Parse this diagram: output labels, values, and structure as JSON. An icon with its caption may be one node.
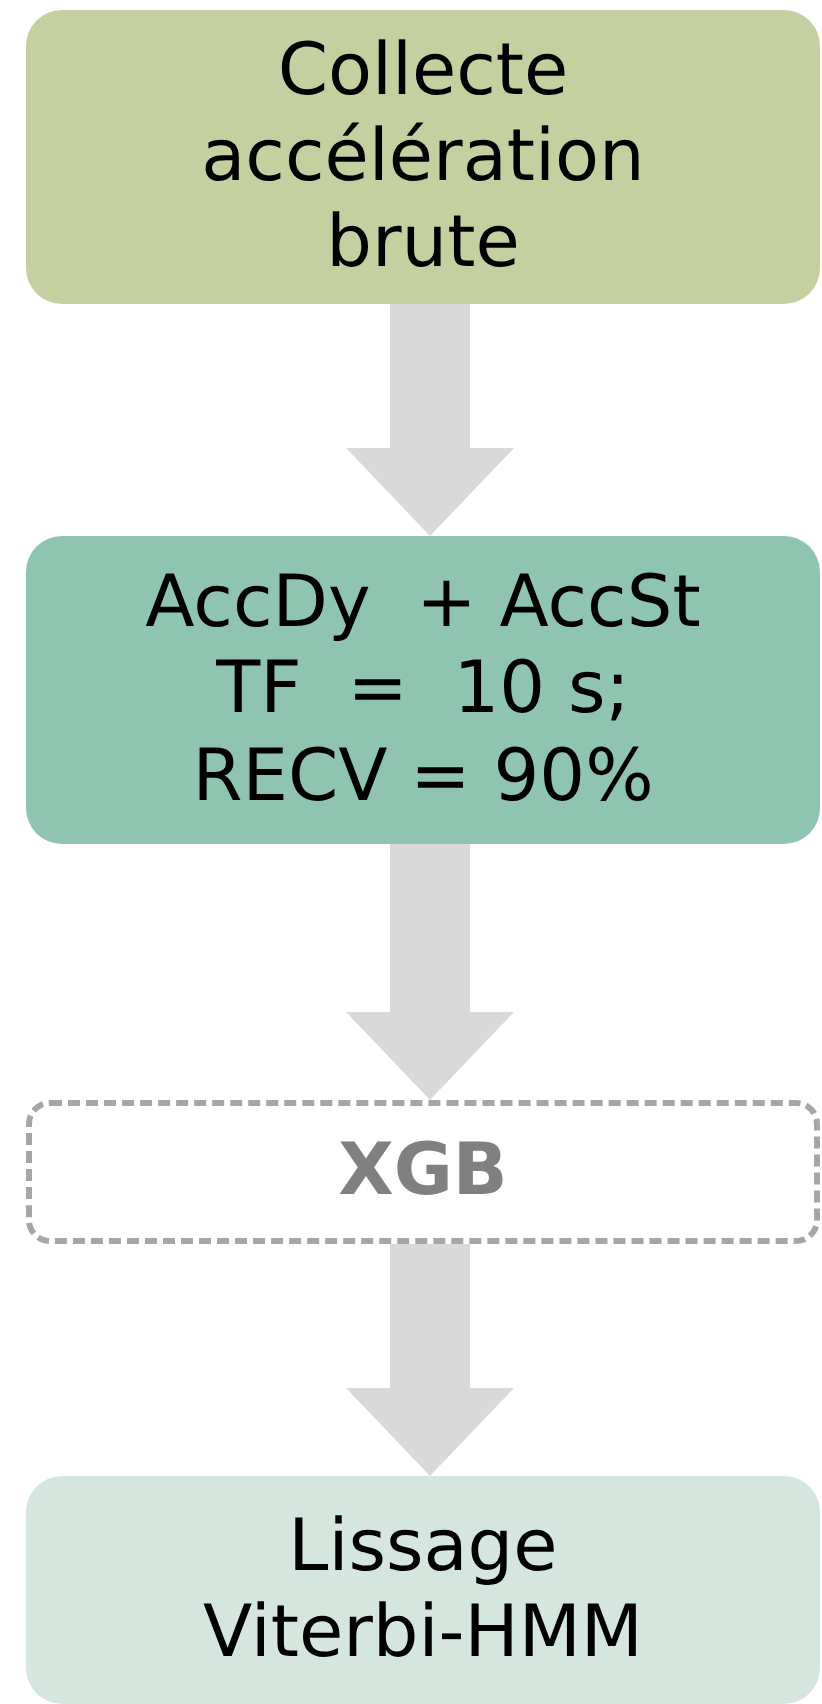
{
  "diagram": {
    "nodes": [
      {
        "text": [
          "Collecte accélération brute"
        ]
      },
      {
        "text": [
          "AccDy  + AccSt TF  =  10 s; RECV = 90%"
        ]
      },
      {
        "text": [
          "XGB"
        ]
      },
      {
        "text": [
          "Lissage Viterbi-HMM"
        ]
      }
    ],
    "edges": [
      {
        "from": 0,
        "to": 1,
        "arrow": "to"
      },
      {
        "from": 1,
        "to": 2,
        "arrow": "to"
      },
      {
        "from": 2,
        "to": 3,
        "arrow": "to"
      }
    ]
  }
}
